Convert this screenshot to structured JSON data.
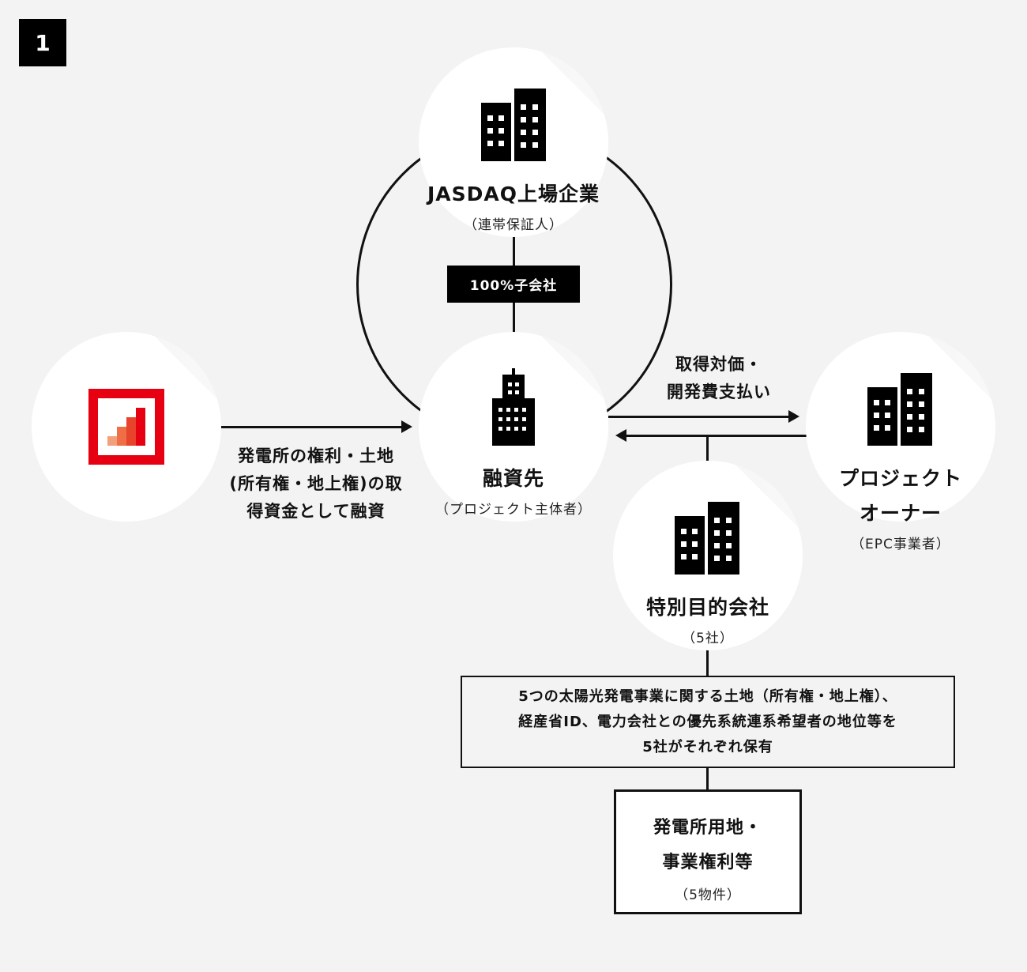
{
  "figure_number": "1",
  "colors": {
    "accent": "#e60012",
    "bar1": "#f2a07b",
    "bar2": "#ee6f46",
    "bar3": "#e8432b",
    "bar4": "#e60012",
    "background": "#f3f3f3"
  },
  "jasdaq": {
    "title": "JASDAQ上場企業",
    "subtitle": "（連帯保証人）",
    "icon": "office-buildings-icon"
  },
  "subsidiary_tag": "100%子会社",
  "borrower": {
    "title": "融資先",
    "subtitle": "（プロジェクト主体者）",
    "icon": "tower-building-icon"
  },
  "lender": {
    "icon": "logo-bar-chart-icon"
  },
  "loan_label": [
    "発電所の権利・土地",
    "(所有権・地上権)の取",
    "得資金として融資"
  ],
  "payment_label": [
    "取得対価・",
    "開発費支払い"
  ],
  "owner": {
    "title_lines": [
      "プロジェクト",
      "オーナー"
    ],
    "subtitle": "（EPC事業者）",
    "icon": "office-buildings-icon"
  },
  "spc": {
    "title": "特別目的会社",
    "subtitle": "（5社）",
    "icon": "office-buildings-icon"
  },
  "holdings_box": [
    "5つの太陽光発電事業に関する土地（所有権・地上権）、",
    "経産省ID、電力会社との優先系統連系希望者の地位等を",
    "5社がそれぞれ保有"
  ],
  "assets_box": {
    "lines": [
      "発電所用地・",
      "事業権利等"
    ],
    "subtitle": "（5物件）"
  }
}
